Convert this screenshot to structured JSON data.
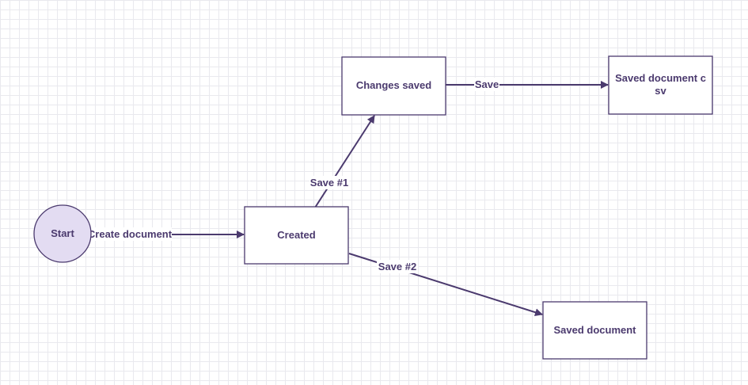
{
  "colors": {
    "node_border": "#4b3a6e",
    "node_fill": "#ffffff",
    "start_fill": "#e3dcf2",
    "edge": "#4b3a6e",
    "text": "#4b3a6e"
  },
  "nodes": {
    "start": {
      "label": "Start",
      "shape": "circle"
    },
    "created": {
      "label": "Created",
      "shape": "rectangle"
    },
    "changes_saved": {
      "label": "Changes saved",
      "shape": "rectangle"
    },
    "saved_document_csv": {
      "label_line1": "Saved document c",
      "label_line2": "sv",
      "shape": "rectangle"
    },
    "saved_document": {
      "label": "Saved document",
      "shape": "rectangle"
    }
  },
  "edges": {
    "create_document": {
      "from": "start",
      "to": "created",
      "label": "Create document"
    },
    "save_1": {
      "from": "created",
      "to": "changes_saved",
      "label": "Save #1"
    },
    "save": {
      "from": "changes_saved",
      "to": "saved_document_csv",
      "label": "Save"
    },
    "save_2": {
      "from": "created",
      "to": "saved_document",
      "label": "Save #2"
    }
  }
}
